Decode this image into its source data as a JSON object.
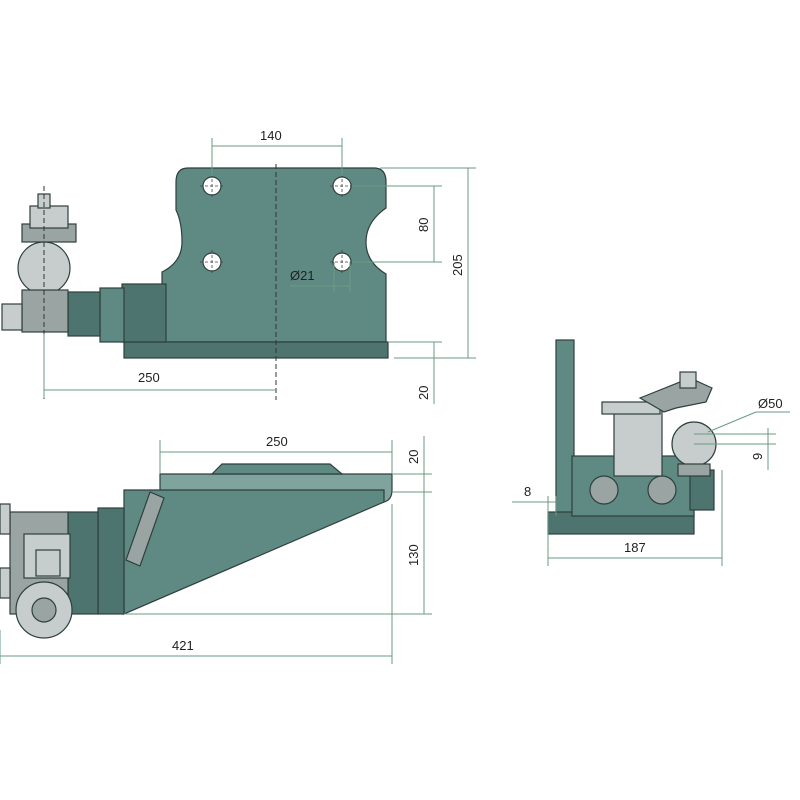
{
  "colors": {
    "body": "#5f8a84",
    "body_dark": "#4d746f",
    "body_light": "#7fa39d",
    "steel": "#c7cdcc",
    "steel_dark": "#9aa5a3",
    "edge": "#2e3f3c",
    "dimension_line": "#6b9a82"
  },
  "top_view": {
    "dim_hole_spacing_horizontal": "140",
    "dim_hole_spacing_vertical": "80",
    "dim_hole_diameter": "Ø21",
    "dim_plate_height": "205",
    "dim_offset_to_centre": "250",
    "dim_plate_thickness": "20"
  },
  "side_view": {
    "dim_plate_width": "250",
    "dim_plate_thickness": "20",
    "dim_drop_height": "130",
    "dim_overall_length": "421"
  },
  "end_view": {
    "dim_ball_diameter": "Ø50",
    "dim_ball_offset": "9",
    "dim_plate_offset": "8",
    "dim_overall_width": "187"
  }
}
